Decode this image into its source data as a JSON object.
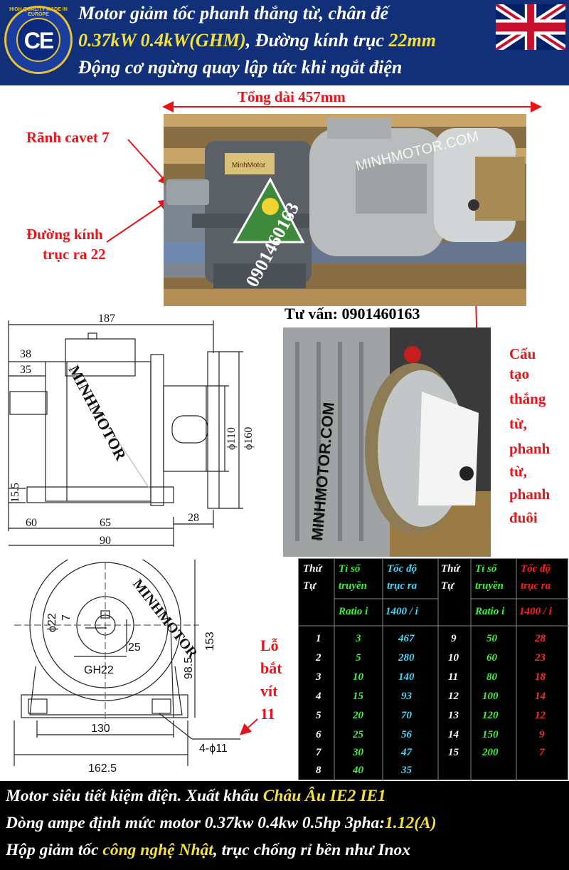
{
  "header": {
    "line1": "Motor giảm tốc phanh thắng từ, chân đế",
    "line2_highlight": "0.37kW 0.4kW(GHM)",
    "line2_rest": ", Đường kính trục ",
    "line2_shaft": "22mm",
    "line3": "Động cơ ngừng quay lập tức khi ngắt điện",
    "ce_mark": "CE",
    "ce_ring_text": "HIGH QUALITY MADE IN EUROPE"
  },
  "photo": {
    "total_length": "Tổng dài 457mm",
    "keyway_label": "Rãnh cavet 7",
    "shaft_label_line1": "Đường kính",
    "shaft_label_line2": "trục ra 22",
    "watermark": "MINHMOTOR.COM",
    "phone_watermark": "0901460163",
    "plate_brand": "MinhMotor"
  },
  "consult": "Tư vấn: 0901460163",
  "brake_caption": [
    "Cấu",
    "tạo",
    "thắng",
    "từ,",
    "phanh",
    "từ,",
    "phanh",
    "đuôi"
  ],
  "side_drawing": {
    "dims": [
      "187",
      "38",
      "35",
      "15.5",
      "60",
      "65",
      "90",
      "28",
      "ϕ110",
      "ϕ160"
    ],
    "watermark": "MINHMOTOR"
  },
  "front_drawing": {
    "dims": [
      "ϕ22",
      "7",
      "25",
      "153",
      "98.5",
      "130",
      "162.5",
      "4-ϕ11"
    ],
    "model": "GH22",
    "watermark": "MINHMOTOR"
  },
  "bolt_hole_caption": [
    "Lỗ",
    "bắt",
    "vít",
    "11"
  ],
  "ratio_table": {
    "headers": {
      "no_line1": "Thứ",
      "no_line2": "Tự",
      "ratio_line1": "Tỉ số",
      "ratio_line2": "truyền",
      "ratio_sub": "Ratio i",
      "speed_line1": "Tốc độ",
      "speed_line2": "trục ra",
      "speed_sub": "1400 / i"
    },
    "left_rows": [
      {
        "no": "1",
        "ratio": "3",
        "speed": "467"
      },
      {
        "no": "2",
        "ratio": "5",
        "speed": "280"
      },
      {
        "no": "3",
        "ratio": "10",
        "speed": "140"
      },
      {
        "no": "4",
        "ratio": "15",
        "speed": "93"
      },
      {
        "no": "5",
        "ratio": "20",
        "speed": "70"
      },
      {
        "no": "6",
        "ratio": "25",
        "speed": "56"
      },
      {
        "no": "7",
        "ratio": "30",
        "speed": "47"
      },
      {
        "no": "8",
        "ratio": "40",
        "speed": "35"
      }
    ],
    "right_rows": [
      {
        "no": "9",
        "ratio": "50",
        "speed": "28"
      },
      {
        "no": "10",
        "ratio": "60",
        "speed": "23"
      },
      {
        "no": "11",
        "ratio": "80",
        "speed": "18"
      },
      {
        "no": "12",
        "ratio": "100",
        "speed": "14"
      },
      {
        "no": "13",
        "ratio": "120",
        "speed": "12"
      },
      {
        "no": "14",
        "ratio": "150",
        "speed": "9"
      },
      {
        "no": "15",
        "ratio": "200",
        "speed": "7"
      }
    ]
  },
  "footer": {
    "line1": "Motor siêu tiết kiệm điện. Xuất khẩu ",
    "line1_highlight": "Châu Âu IE2 IE1",
    "line2": "Dòng ampe định mức motor 0.37kw 0.4kw 0.5hp 3pha:",
    "line2_highlight": "1.12(A)",
    "line3_a": "Hộp giảm tốc ",
    "line3_highlight": "công nghệ Nhật",
    "line3_b": ", trục chống rỉ bền như Inox"
  },
  "colors": {
    "header_bg": "#12307a",
    "header_highlight": "#f4e03a",
    "label_red": "#e8141a",
    "ratio_green": "#3ef23e",
    "speed_cyan": "#48d8f8",
    "speed_red": "#ff2020"
  }
}
